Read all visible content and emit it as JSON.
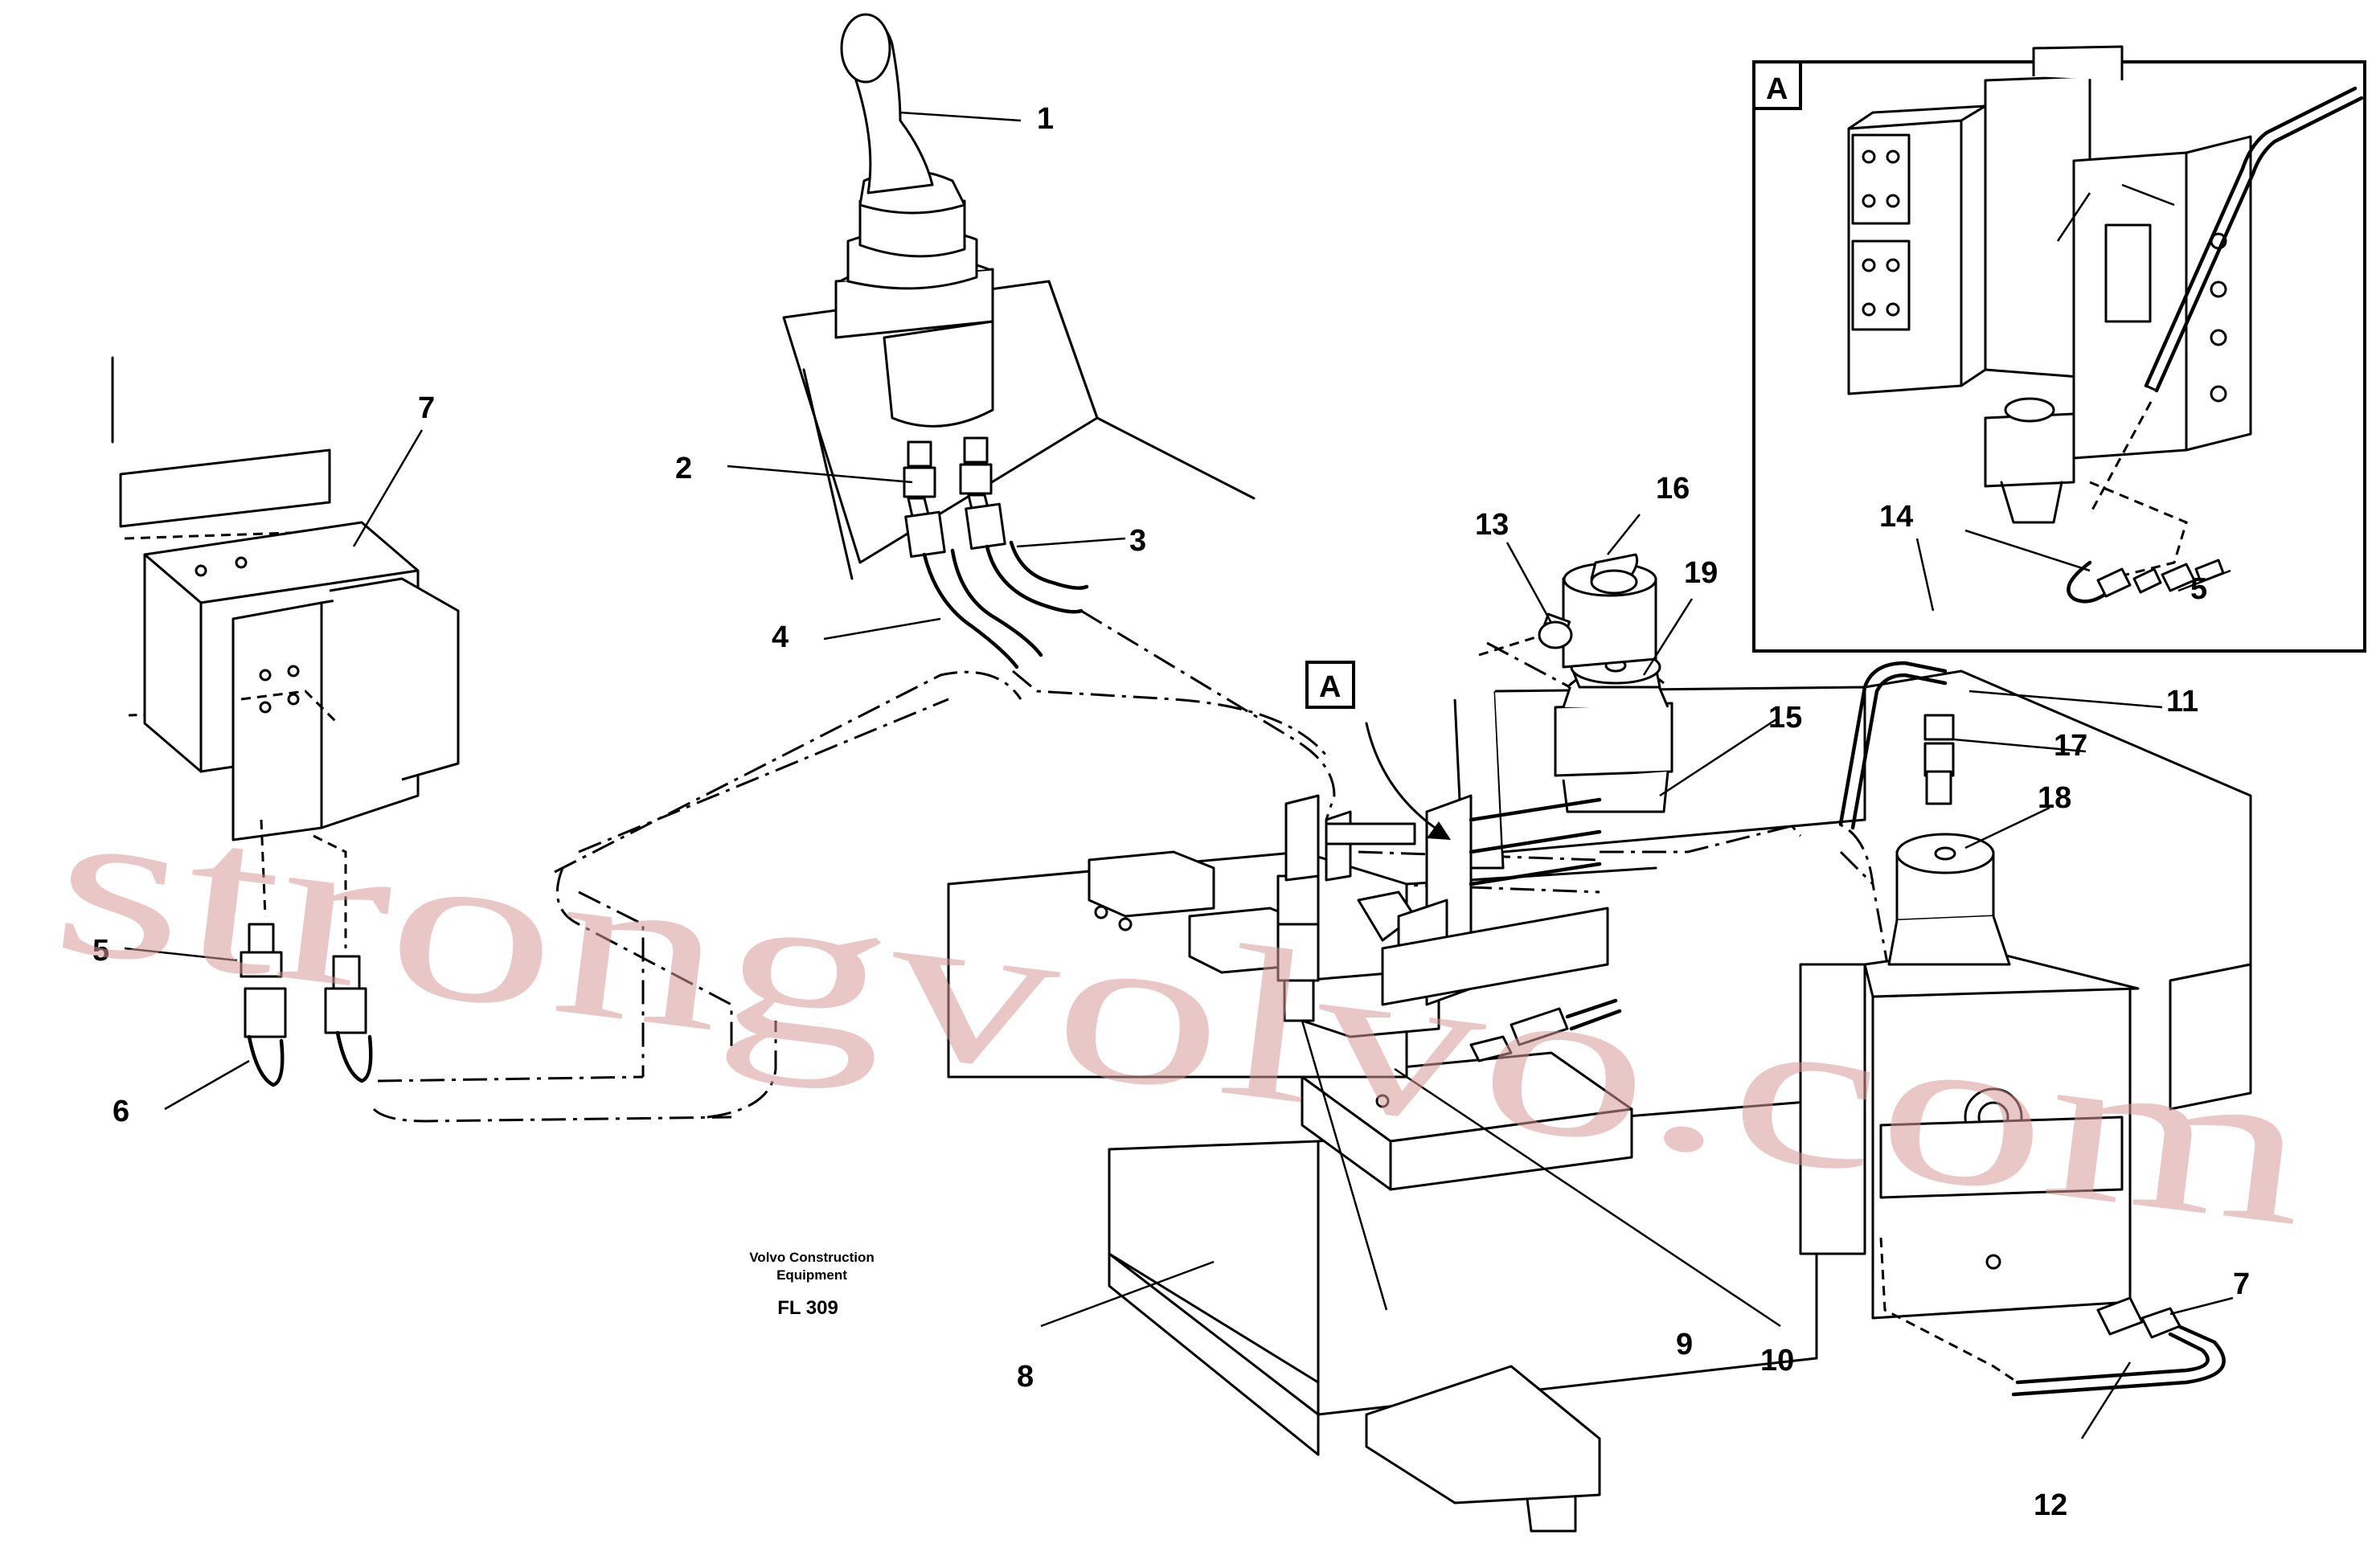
{
  "watermark": "strongvolvo.com",
  "caption": {
    "line1": "Volvo Construction",
    "line2": "Equipment",
    "code": "FL 309"
  },
  "detail_view": {
    "label": "A"
  },
  "view_marker": {
    "label": "A"
  },
  "callouts": [
    "1",
    "2",
    "3",
    "4",
    "5",
    "6",
    "7",
    "8",
    "9",
    "10",
    "11",
    "12",
    "13",
    "14",
    "15",
    "16",
    "17",
    "18",
    "19",
    "5",
    "7"
  ]
}
